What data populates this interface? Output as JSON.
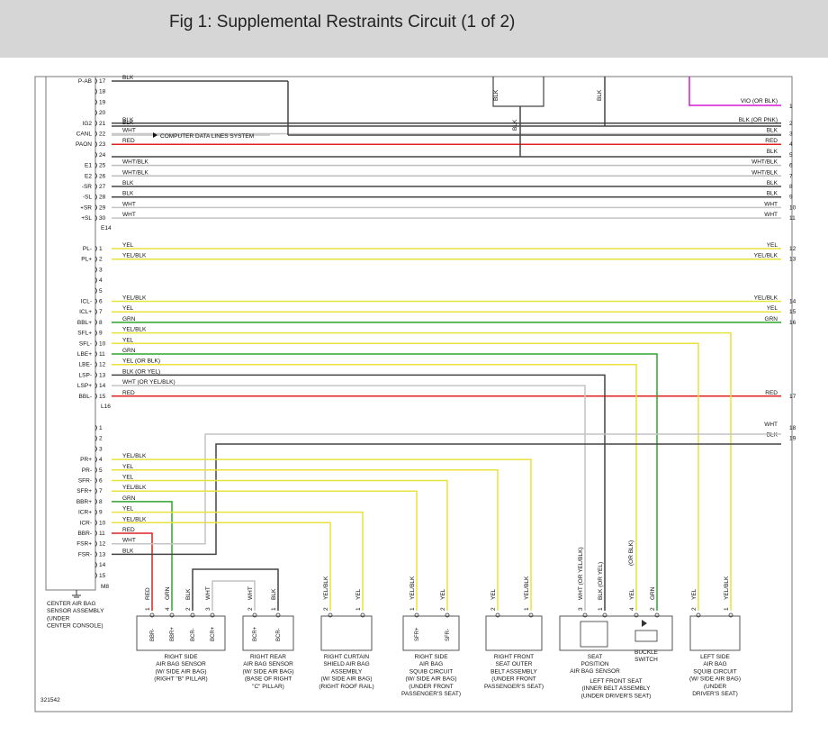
{
  "title": "Fig 1: Supplemental Restraints Circuit (1 of 2)",
  "colors": {
    "YEL": "#e8e23c",
    "YEL/BLK": "#e8e23c",
    "GRN": "#2fa52b",
    "RED": "#e22020",
    "BLK": "#444444",
    "WHT": "#c4c4c4",
    "WHT/BLK": "#bdbdbd",
    "VIO": "#d61ad6",
    "box": "#555555"
  },
  "block1": {
    "connector": "E14",
    "rows": [
      {
        "pin": "17",
        "label": "P-AB",
        "color": "BLK",
        "text": "BLK"
      },
      {
        "pin": "18",
        "label": "",
        "color": "",
        "text": ""
      },
      {
        "pin": "19",
        "label": "",
        "color": "",
        "text": ""
      },
      {
        "pin": "20",
        "label": "",
        "color": "",
        "text": ""
      },
      {
        "pin": "21",
        "label": "IG2",
        "color": "BLK",
        "text": "BLK",
        "right": "BLK   (OR PNK)",
        "term": "2"
      },
      {
        "pin": "22",
        "label": "CANL",
        "color": "WHT",
        "text": "WHT",
        "right": "BLK",
        "term": "3"
      },
      {
        "pin": "23",
        "label": "PAON",
        "color": "RED",
        "text": "RED",
        "right": "RED",
        "term": "4"
      },
      {
        "pin": "24",
        "label": "",
        "color": "",
        "text": "",
        "right": "BLK",
        "term": "5"
      },
      {
        "pin": "25",
        "label": "E1",
        "color": "WHT/BLK",
        "text": "WHT/BLK",
        "right": "WHT/BLK",
        "term": "6"
      },
      {
        "pin": "26",
        "label": "E2",
        "color": "WHT/BLK",
        "text": "WHT/BLK",
        "right": "WHT/BLK",
        "term": "7"
      },
      {
        "pin": "27",
        "label": "-SR",
        "color": "BLK",
        "text": "BLK",
        "right": "BLK",
        "term": "8"
      },
      {
        "pin": "28",
        "label": "-SL",
        "color": "BLK",
        "text": "BLK",
        "right": "BLK",
        "term": "9"
      },
      {
        "pin": "29",
        "label": "+SR",
        "color": "WHT",
        "text": "WHT",
        "right": "WHT",
        "term": "10"
      },
      {
        "pin": "30",
        "label": "+SL",
        "color": "WHT",
        "text": "WHT",
        "right": "WHT",
        "term": "11"
      }
    ]
  },
  "block2": {
    "connector": "L16",
    "rows": [
      {
        "pin": "1",
        "label": "PL-",
        "color": "YEL",
        "text": "YEL",
        "right": "YEL",
        "term": "12"
      },
      {
        "pin": "2",
        "label": "PL+",
        "color": "YEL/BLK",
        "text": "YEL/BLK",
        "right": "YEL/BLK",
        "term": "13"
      },
      {
        "pin": "3",
        "label": "",
        "color": "",
        "text": ""
      },
      {
        "pin": "4",
        "label": "",
        "color": "",
        "text": ""
      },
      {
        "pin": "5",
        "label": "",
        "color": "",
        "text": ""
      },
      {
        "pin": "6",
        "label": "ICL-",
        "color": "YEL/BLK",
        "text": "YEL/BLK",
        "right": "YEL/BLK",
        "term": "14"
      },
      {
        "pin": "7",
        "label": "ICL+",
        "color": "YEL",
        "text": "YEL",
        "right": "YEL",
        "term": "15"
      },
      {
        "pin": "8",
        "label": "BBL+",
        "color": "GRN",
        "text": "GRN",
        "right": "GRN",
        "term": "16"
      },
      {
        "pin": "9",
        "label": "SFL+",
        "color": "YEL/BLK",
        "text": "YEL/BLK"
      },
      {
        "pin": "10",
        "label": "SFL-",
        "color": "YEL",
        "text": "YEL"
      },
      {
        "pin": "11",
        "label": "LBE+",
        "color": "GRN",
        "text": "GRN"
      },
      {
        "pin": "12",
        "label": "LBE-",
        "color": "YEL",
        "text": "YEL   (OR BLK)"
      },
      {
        "pin": "13",
        "label": "LSP-",
        "color": "BLK",
        "text": "BLK   (OR YEL)"
      },
      {
        "pin": "14",
        "label": "LSP+",
        "color": "WHT",
        "text": "WHT   (OR YEL/BLK)"
      },
      {
        "pin": "15",
        "label": "BBL-",
        "color": "RED",
        "text": "RED",
        "right": "RED",
        "term": "17"
      }
    ]
  },
  "block3": {
    "connector": "M8",
    "rows": [
      {
        "pin": "1",
        "label": "",
        "color": "",
        "text": "",
        "right": "WHT",
        "term": "18"
      },
      {
        "pin": "2",
        "label": "",
        "color": "",
        "text": "",
        "right": "BLK",
        "term": "19"
      },
      {
        "pin": "3",
        "label": "",
        "color": "",
        "text": ""
      },
      {
        "pin": "4",
        "label": "PR+",
        "color": "YEL/BLK",
        "text": "YEL/BLK"
      },
      {
        "pin": "5",
        "label": "PR-",
        "color": "YEL",
        "text": "YEL"
      },
      {
        "pin": "6",
        "label": "SFR-",
        "color": "YEL",
        "text": "YEL"
      },
      {
        "pin": "7",
        "label": "SFR+",
        "color": "YEL/BLK",
        "text": "YEL/BLK"
      },
      {
        "pin": "8",
        "label": "BBR+",
        "color": "GRN",
        "text": "GRN"
      },
      {
        "pin": "9",
        "label": "ICR+",
        "color": "YEL",
        "text": "YEL"
      },
      {
        "pin": "10",
        "label": "ICR-",
        "color": "YEL/BLK",
        "text": "YEL/BLK"
      },
      {
        "pin": "11",
        "label": "BBR-",
        "color": "RED",
        "text": "RED"
      },
      {
        "pin": "12",
        "label": "FSR+",
        "color": "WHT",
        "text": "WHT"
      },
      {
        "pin": "13",
        "label": "FSR-",
        "color": "BLK",
        "text": "BLK"
      },
      {
        "pin": "14",
        "label": "",
        "color": "",
        "text": ""
      },
      {
        "pin": "15",
        "label": "",
        "color": "",
        "text": ""
      }
    ]
  },
  "top_right": {
    "vio_text": "VIO   (OR BLK)",
    "vio_term": "1",
    "vertical_labels": [
      "BLK",
      "BLK",
      "BLK"
    ]
  },
  "module_note": "COMPUTER DATA LINES SYSTEM",
  "module_caption": [
    "CENTER AIR BAG",
    "SENSOR ASSEMBLY",
    "(UNDER",
    "CENTER CONSOLE)"
  ],
  "components": [
    {
      "name": "rs-sensor",
      "pins": [
        {
          "n": "1",
          "wire": "RED"
        },
        {
          "n": "4",
          "wire": "GRN"
        },
        {
          "n": "2",
          "wire": "BLK"
        },
        {
          "n": "3",
          "wire": "WHT"
        }
      ],
      "pin_labels": [
        "BBR-",
        "BBR+",
        "BCR-",
        "BCR+"
      ],
      "caption": [
        "RIGHT SIDE",
        "AIR BAG SENSOR",
        "(W/ SIDE AIR BAG)",
        "(RIGHT \"B\" PILLAR)"
      ]
    },
    {
      "name": "rr-sensor",
      "pins": [
        {
          "n": "2",
          "wire": "WHT"
        },
        {
          "n": "1",
          "wire": "BLK"
        }
      ],
      "pin_labels": [
        "BCR+",
        "BCR-"
      ],
      "caption": [
        "RIGHT REAR",
        "AIR BAG SENSOR",
        "(W/ SIDE AIR BAG)",
        "(BASE OF RIGHT",
        "\"C\" PILLAR)"
      ]
    },
    {
      "name": "rc-shield",
      "pins": [
        {
          "n": "2",
          "wire": "YEL/BLK"
        },
        {
          "n": "1",
          "wire": "YEL"
        }
      ],
      "caption": [
        "RIGHT CURTAIN",
        "SHIELD AIR BAG",
        "ASSEMBLY",
        "(W/ SIDE AIR BAG)",
        "(RIGHT ROOF RAIL)"
      ]
    },
    {
      "name": "rs-squib",
      "pins": [
        {
          "n": "1",
          "wire": "YEL/BLK"
        },
        {
          "n": "2",
          "wire": "YEL"
        }
      ],
      "pin_labels": [
        "SFR+",
        "SFR-"
      ],
      "caption": [
        "RIGHT SIDE",
        "AIR BAG",
        "SQUIB CIRCUIT",
        "(W/ SIDE AIR BAG)",
        "(UNDER FRONT",
        "PASSENGER'S SEAT)"
      ]
    },
    {
      "name": "rf-belt",
      "pins": [
        {
          "n": "2",
          "wire": "YEL"
        },
        {
          "n": "1",
          "wire": "YEL/BLK"
        }
      ],
      "caption": [
        "RIGHT FRONT",
        "SEAT OUTER",
        "BELT ASSEMBLY",
        "(UNDER FRONT",
        "PASSENGER'S SEAT)"
      ]
    },
    {
      "name": "lf-seat",
      "pins": [
        {
          "n": "3",
          "wire": "WHT   (OR YEL/BLK)"
        },
        {
          "n": "1",
          "wire": "BLK   (OR YEL)"
        },
        {
          "n": "4",
          "wire": "YEL"
        },
        {
          "n": "2",
          "wire": "GRN"
        }
      ],
      "sub": [
        "SEAT",
        "POSITION",
        "AIR BAG SENSOR"
      ],
      "sub2": [
        "BUCKLE",
        "SWITCH"
      ],
      "side_label": "(OR BLK)",
      "caption": [
        "LEFT FRONT SEAT",
        "(INNER BELT ASSEMBLY",
        "(UNDER DRIVER'S SEAT)"
      ]
    },
    {
      "name": "ls-squib",
      "pins": [
        {
          "n": "2",
          "wire": "YEL"
        },
        {
          "n": "1",
          "wire": "YEL/BLK"
        }
      ],
      "caption": [
        "LEFT SIDE",
        "AIR BAG",
        "SQUIB CIRCUIT",
        "(W/ SIDE AIR BAG)",
        "(UNDER",
        "DRIVER'S SEAT)"
      ]
    }
  ],
  "figure_id": "321542"
}
